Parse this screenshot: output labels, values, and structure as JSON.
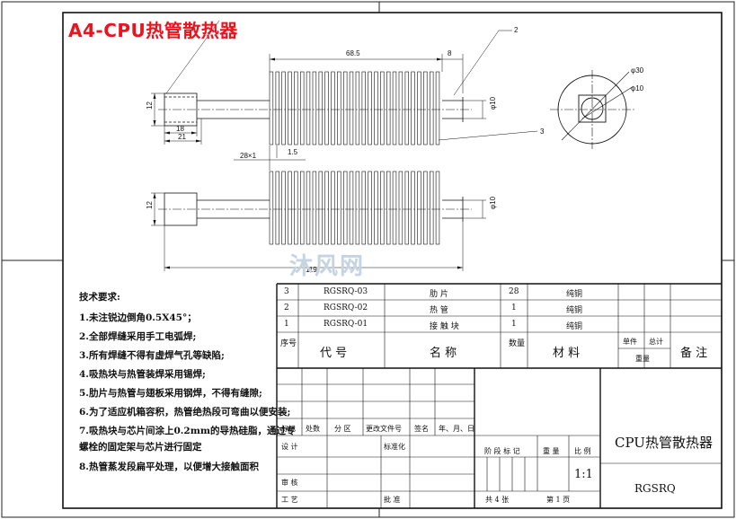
{
  "title": "A4-CPU热管散热器",
  "watermark": "沐风网",
  "dimensions": {
    "d1": "68.5",
    "d2": "8",
    "d3": "12",
    "d4": "18",
    "d5": "21",
    "d6": "28×1",
    "d7": "1.5",
    "d8": "φ10",
    "d9": "φ30",
    "d10": "φ10",
    "d11": "12",
    "d12": "φ10",
    "d13": "119"
  },
  "leaders": {
    "l2": "2",
    "l3": "3"
  },
  "requirements": {
    "heading": "技术要求:",
    "items": [
      "1.未注锐边倒角0.5X45°；",
      "2.全部焊缝采用手工电弧焊;",
      "3.所有焊缝不得有虚焊气孔等缺陷;",
      "4.吸热块与热管装焊采用锡焊;",
      "5.肋片与热管与翅板采用钢焊，不得有缝隙;",
      "6.为了适应机箱容积，热管绝热段可弯曲以便安装;",
      "7.吸热块与芯片间涂上0.2mm的导热硅脂，通过专",
      "螺栓的固定架与芯片进行固定",
      "8.热管蒸发段扁平处理，以便增大接触面积"
    ]
  },
  "bom": {
    "rows": [
      {
        "no": "3",
        "code": "RGSRQ-03",
        "name": "肋    片",
        "qty": "28",
        "mat": "纯铜"
      },
      {
        "no": "2",
        "code": "RGSRQ-02",
        "name": "热    管",
        "qty": "1",
        "mat": "纯铜"
      },
      {
        "no": "1",
        "code": "RGSRQ-01",
        "name": "接 触 块",
        "qty": "1",
        "mat": "纯铜"
      }
    ],
    "header": {
      "no": "序号",
      "code": "代  号",
      "name": "名  称",
      "qty": "数量",
      "mat": "材  料",
      "single": "单件",
      "total": "总计",
      "weight": "重量",
      "remark": "备  注"
    }
  },
  "titleblock": {
    "mark": "标记",
    "count": "处数",
    "zone": "分 区",
    "docno": "更改文件号",
    "sign": "签名",
    "date": "年、月、日",
    "design": "设  计",
    "std": "标准化",
    "review": "审  核",
    "process": "工  艺",
    "approve": "批  准",
    "stage": "阶 段 标 记",
    "wt": "重 量",
    "scale": "比 例",
    "scale_val": "1:1",
    "sheets": "共 4 张",
    "sheet": "第 1 页",
    "drawing_name": "CPU热管散热器",
    "drawing_code": "RGSRQ"
  }
}
